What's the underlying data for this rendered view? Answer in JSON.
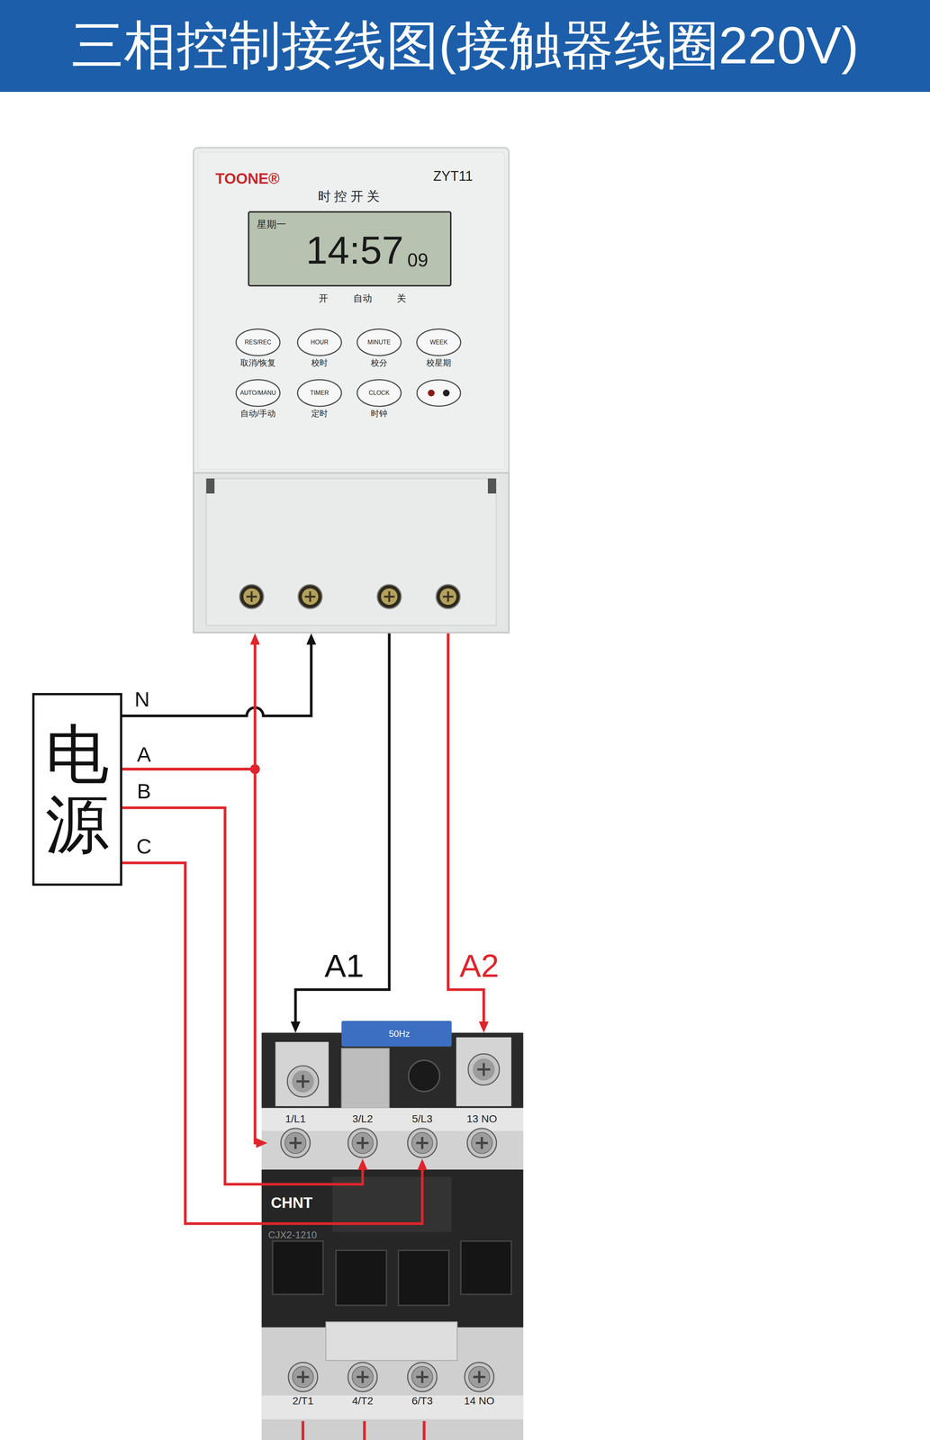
{
  "diagram": {
    "title": "三相控制接线图(接触器线圈220V)",
    "nodes": [
      {
        "text": [
          "TOONE®",
          "ZYT11",
          "时 控 开 关",
          "开",
          "自动",
          "关"
        ]
      },
      {
        "text": [
          "星期一",
          "14:57",
          "09"
        ],
        "in": 0
      },
      {
        "text": [
          "RES/REC",
          "取消/恢复"
        ],
        "in": 0
      },
      {
        "text": [
          "HOUR",
          "校时"
        ],
        "in": 0
      },
      {
        "text": [
          "MINUTE",
          "校分"
        ],
        "in": 0
      },
      {
        "text": [
          "WEEK",
          "校星期"
        ],
        "in": 0
      },
      {
        "text": [
          "AUTO/MANU",
          "自动/手动"
        ],
        "in": 0
      },
      {
        "text": [
          "TIMER",
          "定时"
        ],
        "in": 0
      },
      {
        "text": [
          "CLOCK",
          "时钟"
        ],
        "in": 0
      },
      {
        "text": [
          "电源"
        ]
      },
      {
        "text": [
          "CHNT",
          "CJX2-1210"
        ]
      },
      {
        "text": [
          "1/L1"
        ],
        "in": 10
      },
      {
        "text": [
          "3/L2"
        ],
        "in": 10
      },
      {
        "text": [
          "5/L3"
        ],
        "in": 10
      },
      {
        "text": [
          "13 NO"
        ],
        "in": 10
      },
      {
        "text": [
          "2/T1"
        ],
        "in": 10
      },
      {
        "text": [
          "4/T2"
        ],
        "in": 10
      },
      {
        "text": [
          "6/T3"
        ],
        "in": 10
      },
      {
        "text": [
          "14 NO"
        ],
        "in": 10
      }
    ],
    "edges": [
      {
        "from": 9,
        "to": 0,
        "label": "N",
        "arrow": "to"
      },
      {
        "from": 9,
        "to": 0,
        "label": "A",
        "arrow": "to"
      },
      {
        "from": 9,
        "to": 11,
        "arrow": "to"
      },
      {
        "from": 9,
        "to": 12,
        "label": "B",
        "arrow": "to"
      },
      {
        "from": 9,
        "to": 13,
        "label": "C",
        "arrow": "to"
      },
      {
        "from": 0,
        "to": 10,
        "label": "A1",
        "arrow": "to"
      },
      {
        "from": 0,
        "to": 10,
        "label": "A2",
        "arrow": "to"
      }
    ],
    "labels": [
      "50Hz"
    ]
  }
}
